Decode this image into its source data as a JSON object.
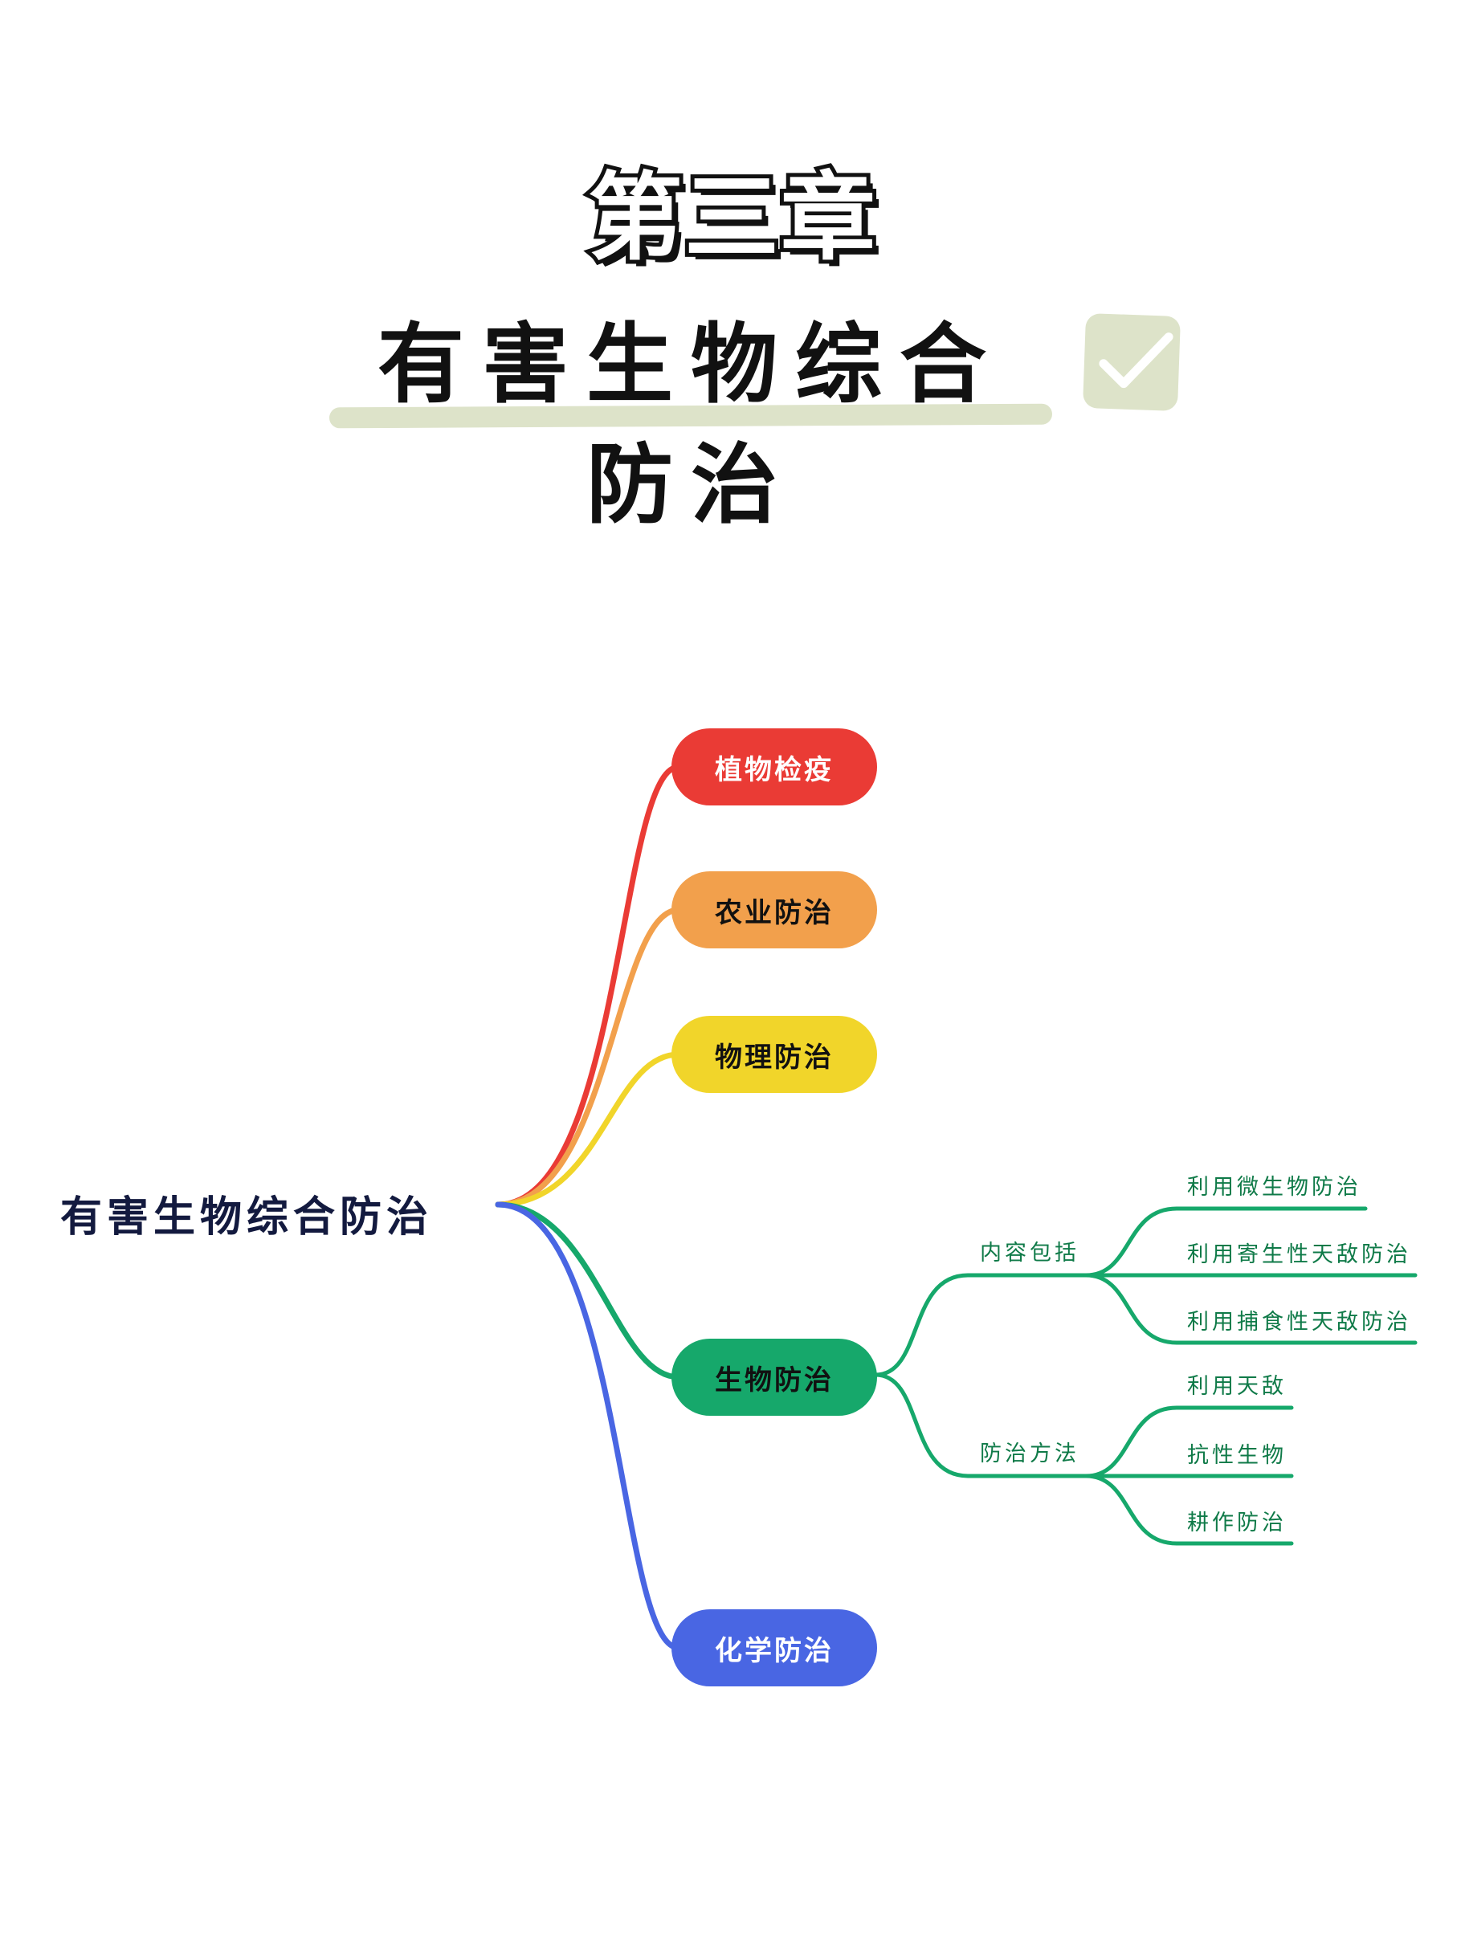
{
  "header": {
    "chapter": "第三章",
    "title": "有害生物综合防治"
  },
  "colors": {
    "red": "#ea3b35",
    "orange": "#f2a04c",
    "yellow": "#f1d52a",
    "green": "#16a86b",
    "blue": "#4966e3",
    "root_text": "#131a3f",
    "highlight": "#dde3c9"
  },
  "mindmap": {
    "root": "有害生物综合防治",
    "branches": [
      {
        "label": "植物检疫",
        "color": "#ea3b35",
        "text_color": "#ffffff"
      },
      {
        "label": "农业防治",
        "color": "#f2a04c",
        "text_color": "#111111"
      },
      {
        "label": "物理防治",
        "color": "#f1d52a",
        "text_color": "#111111"
      },
      {
        "label": "生物防治",
        "color": "#16a86b",
        "text_color": "#111111",
        "children": [
          {
            "label": "内容包括",
            "children": [
              "利用微生物防治",
              "利用寄生性天敌防治",
              "利用捕食性天敌防治"
            ]
          },
          {
            "label": "防治方法",
            "children": [
              "利用天敌",
              "抗性生物",
              "耕作防治"
            ]
          }
        ]
      },
      {
        "label": "化学防治",
        "color": "#4966e3",
        "text_color": "#ffffff"
      }
    ]
  }
}
